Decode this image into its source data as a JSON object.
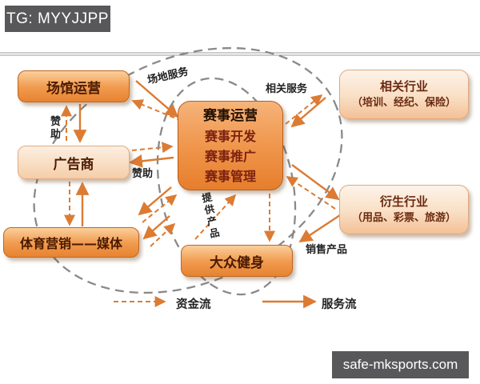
{
  "watermarks": {
    "top": "TG: MYYJJPP",
    "bottom": "safe-mksports.com"
  },
  "boxes": {
    "venue": "场馆运营",
    "advertiser": "广告商",
    "marketing": "体育营销——媒体",
    "center_title": "赛事运营",
    "center_lines": [
      "赛事开发",
      "赛事推广",
      "赛事管理"
    ],
    "fitness": "大众健身",
    "related_title": "相关行业",
    "related_sub": "（培训、经纪、保险）",
    "derivative_title": "衍生行业",
    "derivative_sub": "（用品、彩票、旅游）"
  },
  "labels": {
    "venue_service": "场地服务",
    "related_service": "相关服务",
    "sponsor_left": "赞助",
    "sponsor_mid": "赞助",
    "provide_products": "提供产品",
    "sell_products": "销售产品"
  },
  "legend": {
    "capital_flow": "资金流",
    "service_flow": "服务流"
  },
  "colors": {
    "arrow_orange": "#DC7B33",
    "box_orange_border": "#C06522",
    "ellipse_gray": "#7D7D7D",
    "badge_background": "#58585A"
  }
}
